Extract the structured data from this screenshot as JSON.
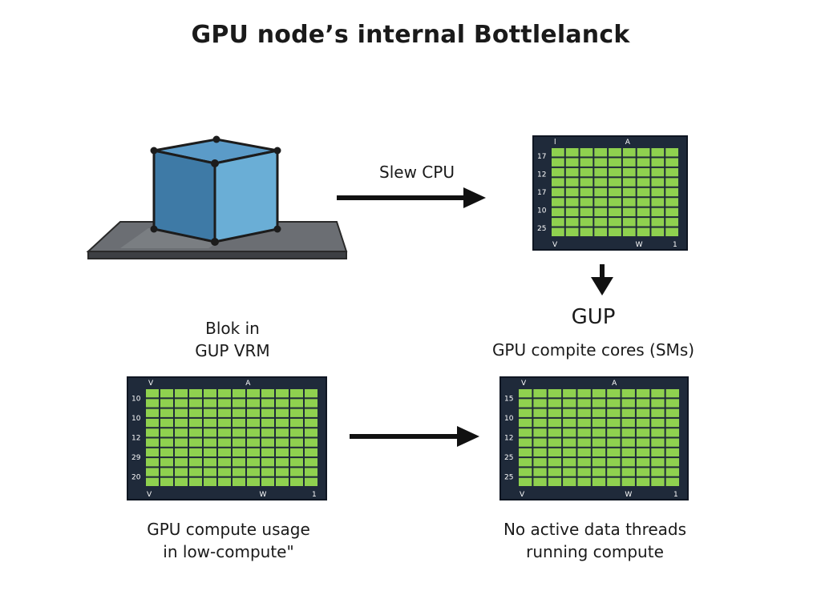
{
  "title": "GPU node’s internal Bottlelanck",
  "labels": {
    "slew_cpu": "Slew CPU",
    "block_line1": "Blok in",
    "block_line2": "GUP VRM",
    "gup": "GUP",
    "compute_cores": "GPU compite cores (SMs)",
    "usage_line1": "GPU compute usage",
    "usage_line2": "in low-compute\"",
    "no_threads_line1": "No active data threads",
    "no_threads_line2": "running compute"
  },
  "grids": {
    "top_right": {
      "top_marks": [
        "l",
        "A"
      ],
      "row_labels": [
        "17",
        "12",
        "17",
        "10",
        "25"
      ],
      "bottom_marks": [
        "V",
        "W",
        "1"
      ]
    },
    "bottom_left": {
      "top_marks": [
        "V",
        "A"
      ],
      "row_labels": [
        "10",
        "10",
        "12",
        "29",
        "20"
      ],
      "bottom_marks": [
        "V",
        "W",
        "1"
      ]
    },
    "bottom_right": {
      "top_marks": [
        "V",
        "A"
      ],
      "row_labels": [
        "15",
        "10",
        "12",
        "25",
        "25"
      ],
      "bottom_marks": [
        "V",
        "W",
        "1"
      ]
    }
  },
  "colors": {
    "cell_green": "#8fd14f",
    "grid_frame": "#1f2a3a",
    "cube_front": "#3e7aa6",
    "cube_side": "#6aaed6",
    "cube_top": "#5b9bc8",
    "plate": "#5e6166"
  }
}
